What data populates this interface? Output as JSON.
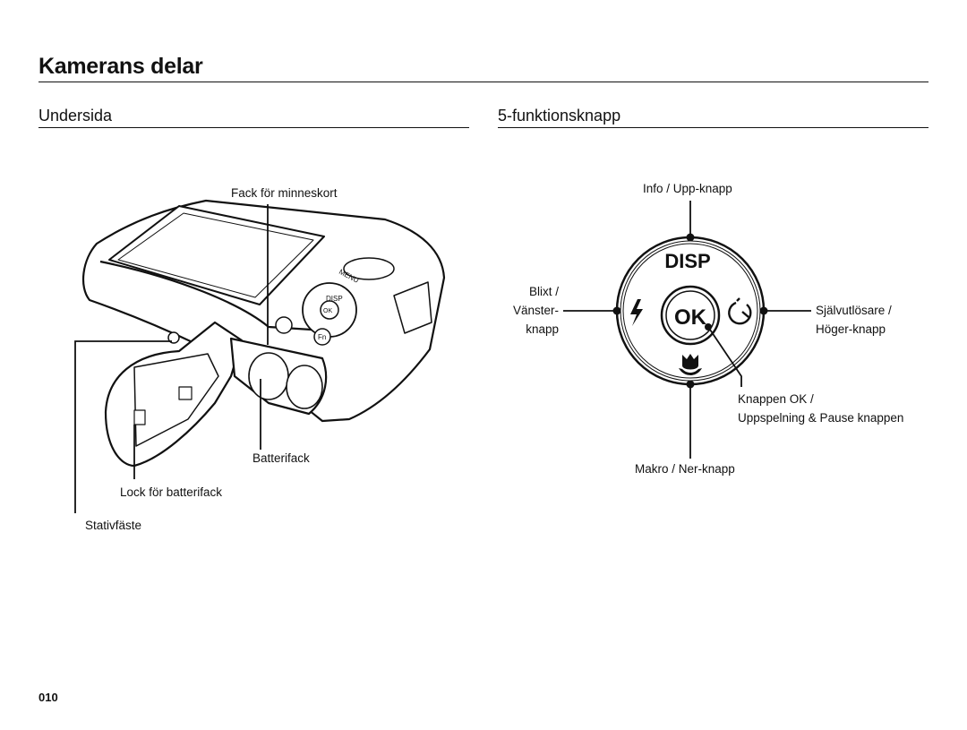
{
  "page": {
    "title": "Kamerans delar",
    "page_number": "010"
  },
  "left_section": {
    "title": "Undersida",
    "labels": {
      "memory_card_slot": "Fack för minneskort",
      "battery_chamber": "Batterifack",
      "battery_cover": "Lock för batterifack",
      "tripod_mount": "Stativfäste"
    }
  },
  "right_section": {
    "title": "5-funktionsknapp",
    "labels": {
      "info_up": "Info / Upp-knapp",
      "flash_left_1": "Blixt /",
      "flash_left_2": "Vänster-",
      "flash_left_3": "knapp",
      "self_timer_right_1": "Självutlösare /",
      "self_timer_right_2": "Höger-knapp",
      "ok_1": "Knappen OK /",
      "ok_2": "Uppspelning & Pause knappen",
      "macro_down": "Makro / Ner-knapp"
    },
    "dial": {
      "top_text": "DISP",
      "center_text": "OK"
    }
  },
  "camera_markings": {
    "menu": "MENU",
    "disp": "DISP",
    "ok": "OK",
    "fn": "Fn"
  }
}
